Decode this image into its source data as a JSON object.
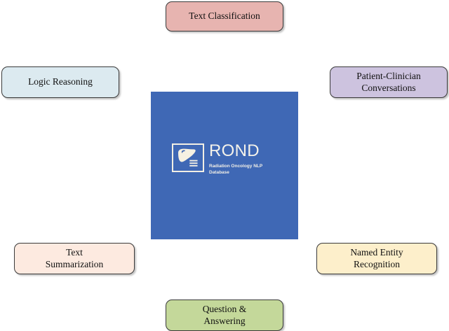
{
  "diagram": {
    "title": "ROND task overview diagram",
    "background_color": "#ffffff",
    "center": {
      "panel_color": "#3F68B5",
      "logo": {
        "icon_name": "liver-document-icon",
        "wordmark": "ROND",
        "subtitle": "Radiation Oncology NLP\nDatabase",
        "mark_color": "#F2EFE4"
      }
    },
    "nodes": [
      {
        "id": "text-classification",
        "label": "Text Classification",
        "fill": "#E7B4B0",
        "border": "#3a3a3a",
        "position": "top-center"
      },
      {
        "id": "logic-reasoning",
        "label": "Logic Reasoning",
        "fill": "#DCEAF0",
        "border": "#3a3a3a",
        "position": "left-upper"
      },
      {
        "id": "patient-clinician-conversations",
        "label": "Patient-Clinician\nConversations",
        "fill": "#CDC3DF",
        "border": "#3a3a3a",
        "position": "right-upper"
      },
      {
        "id": "text-summarization",
        "label": "Text\nSummarization",
        "fill": "#FDEAE0",
        "border": "#3a3a3a",
        "position": "left-lower"
      },
      {
        "id": "named-entity-recognition",
        "label": "Named Entity\nRecognition",
        "fill": "#FDEFCB",
        "border": "#3a3a3a",
        "position": "right-lower"
      },
      {
        "id": "question-answering",
        "label": "Question &\nAnswering",
        "fill": "#C4D89A",
        "border": "#3a3a3a",
        "position": "bottom-center"
      }
    ]
  }
}
